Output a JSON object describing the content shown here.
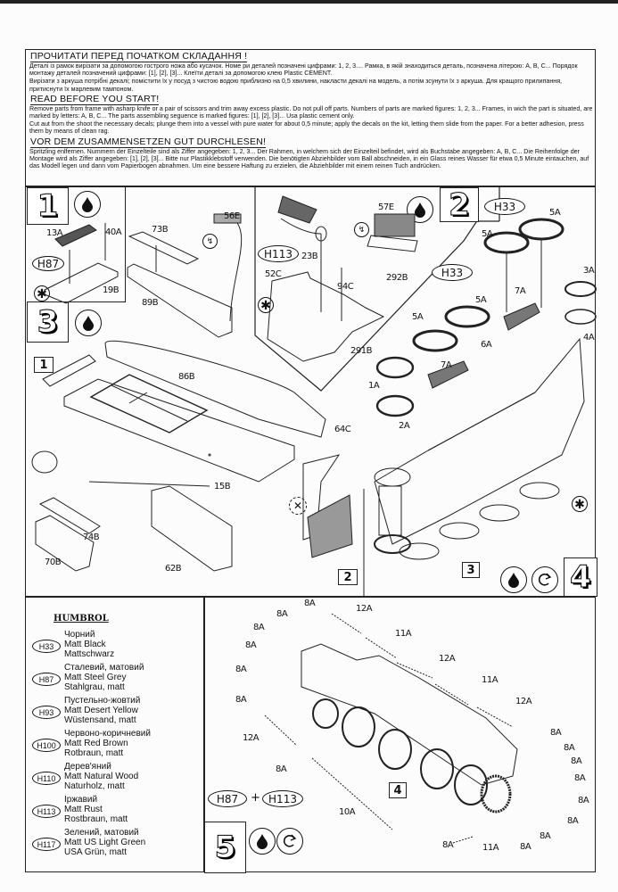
{
  "instructions": {
    "ukrainian": {
      "heading": "ПРОЧИТАТИ ПЕРЕД ПОЧАТКОМ СКЛАДАННЯ !",
      "paragraph1": "Деталі із рамок вирізати за допомогою гострого ножа або кусачок. Номе ри деталей позначені цифрами: 1, 2, 3.... Рамка, в якій знаходиться деталь, позначена літерою: A, B, C... Порядок монтажу деталей позначений цифрами: [1], [2], [3]... Клеїти деталі за допомогою клею Plastic CEMENT.",
      "paragraph2": "Вирізати з аркуша потрібні декалі; помістити їх у посуд з чистою водою приблизно на 0,5 хвилини, накласти декалі на модель, а потім зсунути їх з аркуша. Для кращого прилипання, притиснути їх марлевим тампоном."
    },
    "english": {
      "heading": "READ BEFORE YOU START!",
      "paragraph1": "Remove parts from frame with asharp knife or a pair of scissors and trim away excess plastic. Do not pull off parts. Numbers of parts are marked figures: 1, 2, 3... Frames, in wich the part is situated, are marked by letters: A, B, C... The parts assembling seguence is marked figures: [1], [2], [3]... Usa plastic cement only.",
      "paragraph2": "Cut aut from the shoot the necessary decals; plunge them into a vessel with pure water for about 0,5 minute; apply the decals on the kit, letting them slide from the paper. For a better adhesion, press them by means of clean rag."
    },
    "german": {
      "heading": "VOR DEM ZUSAMMENSETZEN GUT DURCHLESEN!",
      "paragraph1": "Spritzling enlfernen. Nummern der Einzelteile sind als Ziffer angegeben: 1, 2, 3... Der Rahmen, in welchem sich der Einzelteil befindet, wird als Buchstabe angegeben: A, B, C... Die Reihenfolge der Montage wird als Ziffer angegeben: [1], [2], [3]... Bitte nur Plastikklebstoff verwenden. Die benötigten Abziehbilder vom Ball abschneiden, in ein Glass reines Wasser für etwa 0,5 Minute eintauchen, auf das Modell legen und dann vom Papierbogen abnahmen. Um eine bessere Haftung zu erzielen, die Abziehbilder mit einem reinen Tuch andrücken."
    }
  },
  "steps": {
    "step1": {
      "number": "1",
      "paint": "H87",
      "parts": [
        "13A",
        "40A",
        "19B"
      ]
    },
    "step2": {
      "number": "2",
      "paint": "H113",
      "parts": [
        "57E",
        "23B",
        "52C",
        "94C",
        "292B",
        "291B"
      ]
    },
    "step3": {
      "number": "3",
      "parts": [
        "73B",
        "56E",
        "89B",
        "86B",
        "64C",
        "15B",
        "74B",
        "70B",
        "62B"
      ],
      "sub_refs": [
        "1",
        "2"
      ]
    },
    "step4": {
      "number": "4",
      "paint_top": "H33",
      "paint_mid": "H33",
      "parts": [
        "5A",
        "5A",
        "5A",
        "5A",
        "3A",
        "4A",
        "7A",
        "7A",
        "6A",
        "1A",
        "2A"
      ],
      "sub_ref": "3"
    },
    "step5": {
      "number": "5",
      "paint_a": "H87",
      "plus": "+",
      "paint_b": "H113",
      "sub_ref": "4",
      "labels": {
        "link": "8A",
        "track12": "12A",
        "track11": "11A",
        "track10": "10A"
      }
    }
  },
  "humbrol": {
    "title": "HUMBROL",
    "paints": [
      {
        "code": "H33",
        "ua": "Чорний",
        "en": "Matt Black",
        "de": "Mattschwarz"
      },
      {
        "code": "H87",
        "ua": "Сталевий, матовий",
        "en": "Matt Steel Grey",
        "de": "Stahlgrau, matt"
      },
      {
        "code": "H93",
        "ua": "Пустельно-жовтий",
        "en": "Matt Desert Yellow",
        "de": "Wüstensand, matt"
      },
      {
        "code": "H100",
        "ua": "Червоно-коричневий",
        "en": "Matt Red Brown",
        "de": "Rotbraun, matt"
      },
      {
        "code": "H110",
        "ua": "Дерев'яний",
        "en": "Matt Natural Wood",
        "de": "Naturholz, matt"
      },
      {
        "code": "H113",
        "ua": "Іржавий",
        "en": "Matt Rust",
        "de": "Rostbraun, matt"
      },
      {
        "code": "H117",
        "ua": "Зелений, матовий",
        "en": "Matt US Light Green",
        "de": "USA Grün, matt"
      }
    ]
  }
}
